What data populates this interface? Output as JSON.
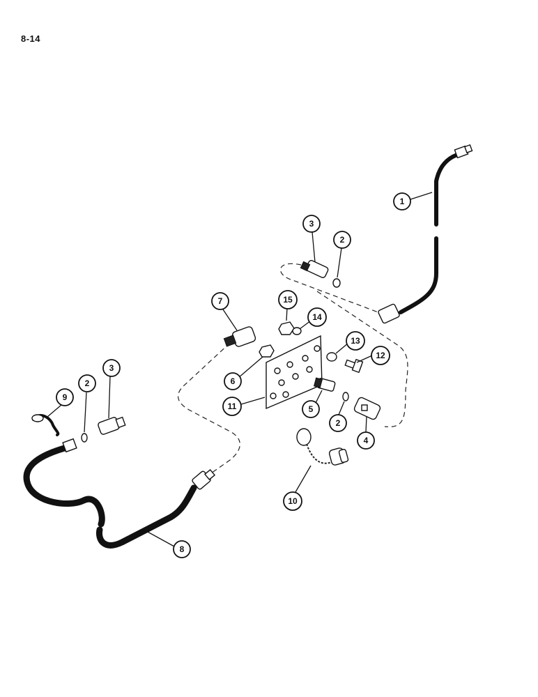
{
  "page": {
    "number": "8-14"
  },
  "callouts": [
    {
      "label": "1"
    },
    {
      "label": "2"
    },
    {
      "label": "3"
    },
    {
      "label": "4"
    },
    {
      "label": "5"
    },
    {
      "label": "6"
    },
    {
      "label": "7"
    },
    {
      "label": "8"
    },
    {
      "label": "9"
    },
    {
      "label": "10"
    },
    {
      "label": "11"
    },
    {
      "label": "12"
    },
    {
      "label": "13"
    },
    {
      "label": "14"
    },
    {
      "label": "15"
    },
    {
      "label": "2"
    },
    {
      "label": "3"
    },
    {
      "label": "2"
    }
  ]
}
